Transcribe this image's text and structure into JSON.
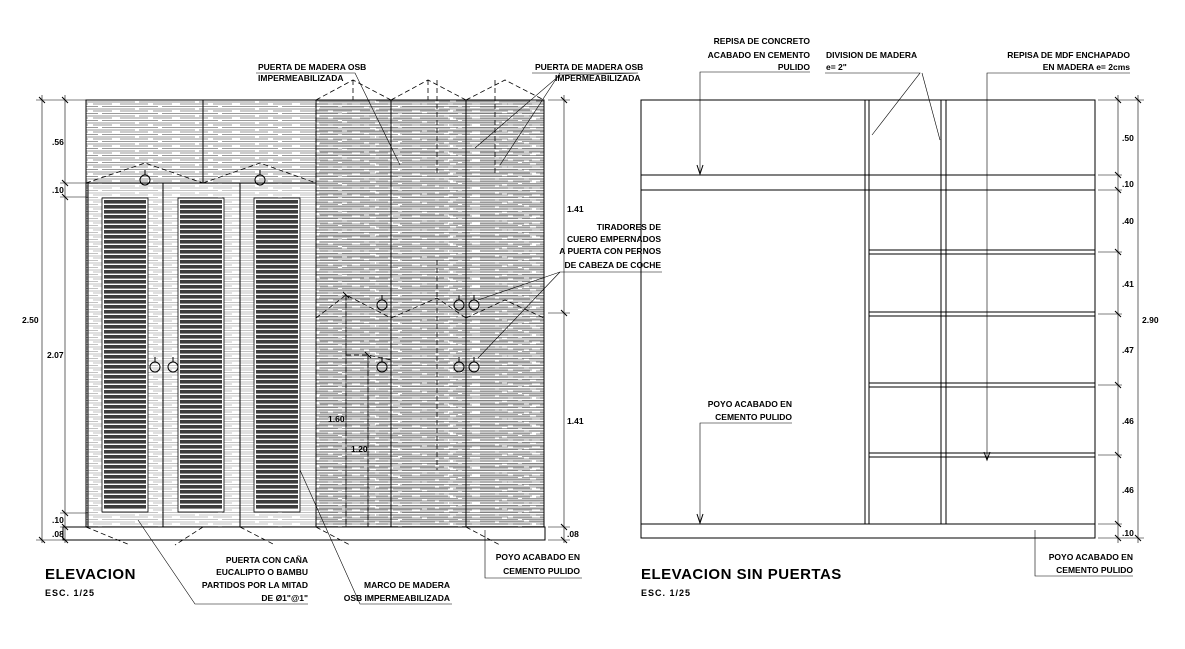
{
  "left": {
    "title": "ELEVACION",
    "scale": "ESC. 1/25",
    "notes": {
      "door_left_1": "PUERTA DE MADERA OSB",
      "door_left_2": "IMPERMEABILIZADA",
      "door_right_1": "PUERTA DE MADERA OSB",
      "door_right_2": "IMPERMEABILIZADA",
      "handles_1": "TIRADORES DE",
      "handles_2": "CUERO EMPERNADOS",
      "handles_3": "A PUERTA CON PERNOS",
      "handles_4": "DE CABEZA DE COCHE",
      "cane_1": "PUERTA CON CAÑA",
      "cane_2": "EUCALIPTO O BAMBU",
      "cane_3": "PARTIDOS POR LA MITAD",
      "cane_4": "DE Ø1\"@1\"",
      "frame_1": "MARCO DE MADERA",
      "frame_2": "OSB IMPERMEABILIZADA",
      "base_1": "POYO ACABADO EN",
      "base_2": "CEMENTO PULIDO"
    },
    "dims": {
      "d056": ".56",
      "d010a": ".10",
      "d207": "2.07",
      "d010b": ".10",
      "d008": ".08",
      "d250": "2.50",
      "d141a": "1.41",
      "d141b": "1.41",
      "d160": "1.60",
      "d120": "1.20",
      "d008r": ".08"
    }
  },
  "right": {
    "title": "ELEVACION SIN PUERTAS",
    "scale": "ESC. 1/25",
    "notes": {
      "shelf_1": "REPISA DE CONCRETO",
      "shelf_2": "ACABADO EN CEMENTO",
      "shelf_3": "PULIDO",
      "div_1": "DIVISION DE MADERA",
      "div_2": "e= 2\"",
      "mdf_1": "REPISA DE MDF ENCHAPADO",
      "mdf_2": "EN MADERA e= 2cms",
      "base_1": "POYO ACABADO EN",
      "base_2": "CEMENTO PULIDO",
      "base_r_1": "POYO ACABADO EN",
      "base_r_2": "CEMENTO PULIDO"
    },
    "dims": {
      "d050": ".50",
      "d010a": ".10",
      "d040": ".40",
      "d041": ".41",
      "d047": ".47",
      "d046a": ".46",
      "d046b": ".46",
      "d010b": ".10",
      "d290": "2.90"
    }
  }
}
